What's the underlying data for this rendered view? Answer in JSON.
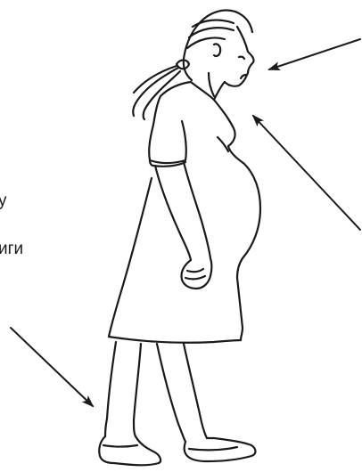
{
  "labels": {
    "fragment_1": "y",
    "fragment_2": "иги"
  },
  "colors": {
    "line": "#1a1a1a",
    "background": "#ffffff"
  },
  "arrows": [
    {
      "name": "arrow-to-face",
      "target": "face"
    },
    {
      "name": "arrow-to-chest",
      "target": "chest"
    },
    {
      "name": "arrow-to-legs",
      "target": "legs"
    }
  ]
}
